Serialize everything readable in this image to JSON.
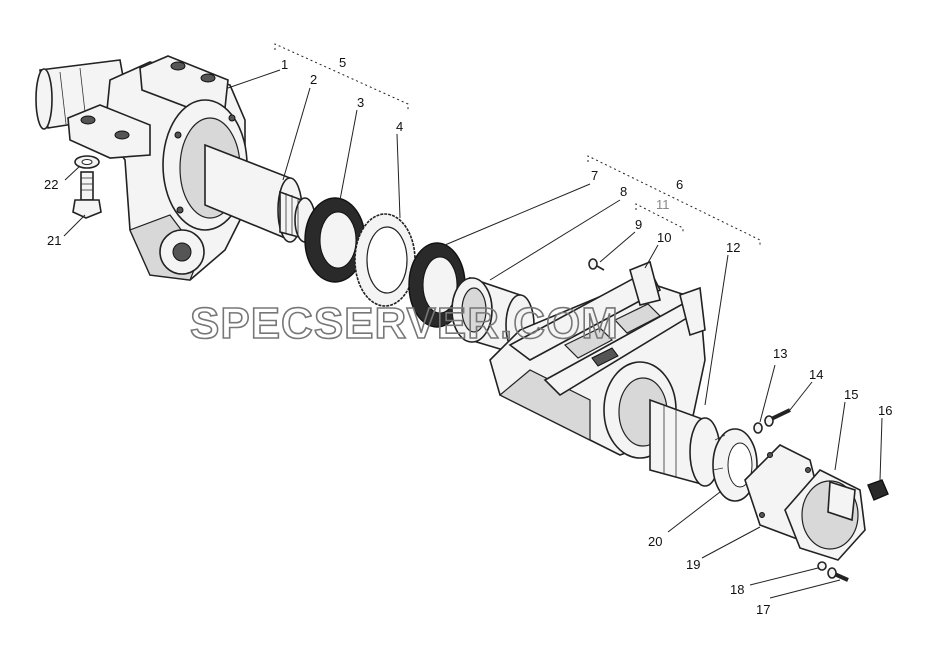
{
  "watermark": "SPECSERVER.COM",
  "callouts": {
    "c1": "1",
    "c2": "2",
    "c3": "3",
    "c4": "4",
    "c5": "5",
    "c6": "6",
    "c7": "7",
    "c8": "8",
    "c9": "9",
    "c10": "10",
    "c11": "11",
    "c12": "12",
    "c13": "13",
    "c14": "14",
    "c15": "15",
    "c16": "16",
    "c17": "17",
    "c18": "18",
    "c19": "19",
    "c20": "20",
    "c21": "21",
    "c22": "22"
  }
}
